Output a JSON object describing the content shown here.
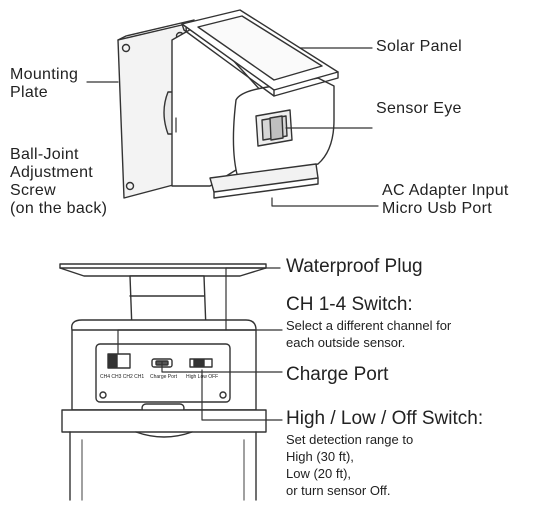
{
  "top_diagram": {
    "solar_panel": "Solar Panel",
    "mounting_plate": "Mounting\nPlate",
    "sensor_eye": "Sensor Eye",
    "ball_joint": "Ball-Joint\nAdjustment\nScrew\n(on the back)",
    "ac_adapter": "AC Adapter Input\nMicro Usb Port"
  },
  "bottom_diagram": {
    "waterproof_plug": "Waterproof Plug",
    "ch_switch_title": "CH 1-4 Switch:",
    "ch_switch_desc": "Select a different channel for\neach outside sensor.",
    "charge_port": "Charge Port",
    "hlo_title": "High / Low / Off Switch:",
    "hlo_desc": "Set detection range to\nHigh (30 ft),\nLow (20 ft),\nor turn sensor Off.",
    "panel_ch_label": "CH4 CH3 CH2 CH1",
    "panel_charge_label": "Charge Port",
    "panel_hlo_label": "High Low OFF"
  }
}
